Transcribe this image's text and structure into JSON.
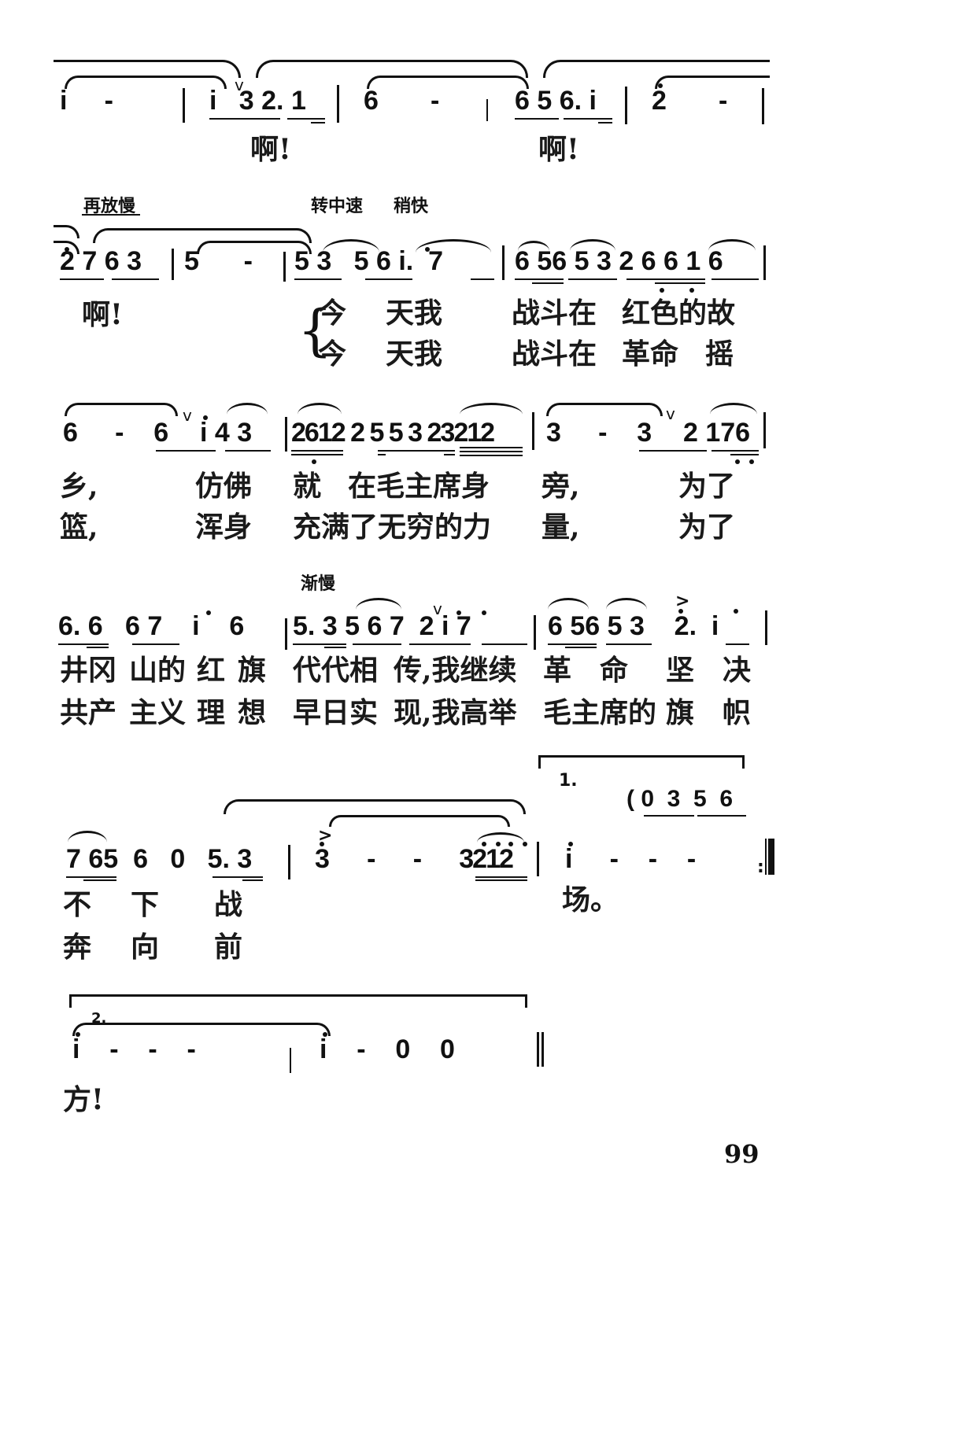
{
  "page_number": "99",
  "tempo_marks": {
    "row2_a": "再放慢",
    "row2_b": "转中速",
    "row2_c": "稍快",
    "row4_a": "渐慢"
  },
  "rows": [
    {
      "id": "row1",
      "measures": [
        {
          "notes": "i  -"
        },
        {
          "notes": "i 3 2. 1"
        },
        {
          "notes": "6  -"
        },
        {
          "notes": "6 5 6. i"
        },
        {
          "notes": "2  -"
        }
      ],
      "lyrics": [
        {
          "text": "啊!"
        },
        {
          "text": "啊!"
        }
      ]
    },
    {
      "id": "row2",
      "measures": [
        {
          "notes": "2 7 6 3"
        },
        {
          "notes": "5  -"
        },
        {
          "notes": "5 3  5 6 i.  7"
        },
        {
          "notes": "6 56 5 3 2 6 6 1 6"
        }
      ],
      "lyrics_prefix": "啊!",
      "verse1": [
        "今",
        "天我",
        "战斗在",
        "红色的故"
      ],
      "verse2": [
        "今",
        "天我",
        "战斗在",
        "革命",
        "摇"
      ]
    },
    {
      "id": "row3",
      "measures": [
        {
          "notes": "6  -  6 i 4 3"
        },
        {
          "notes": "2612 2 5 5 3 23212"
        },
        {
          "notes": "3  -  3 2 176"
        }
      ],
      "verse1": [
        "乡,",
        "仿佛",
        "就",
        "在毛主席身",
        "旁,",
        "为了"
      ],
      "verse2": [
        "篮,",
        "浑身",
        "充满了无穷的力",
        "量,",
        "为了"
      ]
    },
    {
      "id": "row4",
      "measures": [
        {
          "notes": "6. 6  6 7  i  6"
        },
        {
          "notes": "5. 3 5 6 7 2 i 7"
        },
        {
          "notes": "6 56 5 3  2.  i"
        }
      ],
      "verse1": [
        "井冈",
        "山的",
        "红",
        "旗",
        "代代相",
        "传,我继续",
        "革",
        "命",
        "坚",
        "决"
      ],
      "verse2": [
        "共产",
        "主义",
        "理",
        "想",
        "早日实",
        "现,我高举",
        "毛主席的",
        "旗",
        "帜"
      ]
    },
    {
      "id": "row5",
      "measures": [
        {
          "notes": "765 6 0 5. 3"
        },
        {
          "notes": "3  -  -  3212"
        },
        {
          "notes": "i  -  -  -"
        }
      ],
      "volta1": {
        "label": "1.",
        "notes": "(0 3 5 6"
      },
      "verse1": [
        "不",
        "下",
        "战",
        "场。"
      ],
      "verse2": [
        "奔",
        "向",
        "前"
      ]
    },
    {
      "id": "row6",
      "volta2": {
        "label": "2."
      },
      "measures": [
        {
          "notes": "i  -  -  -"
        },
        {
          "notes": "i  -  0  0"
        }
      ],
      "lyrics": [
        {
          "text": "方!"
        }
      ]
    }
  ]
}
